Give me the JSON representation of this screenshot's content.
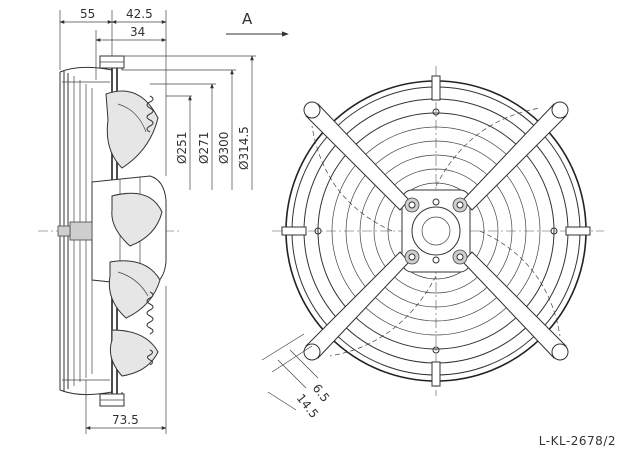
{
  "dimensions": {
    "d55": "55",
    "d42_5": "42.5",
    "d34": "34",
    "d73_5": "73.5",
    "dia251": "Ø251",
    "dia271": "Ø271",
    "dia300": "Ø300",
    "dia314_5": "Ø314.5",
    "d6_5": "6.5",
    "d14_5": "14.5"
  },
  "view_label": "A",
  "drawing_number": "L-KL-2678/2"
}
